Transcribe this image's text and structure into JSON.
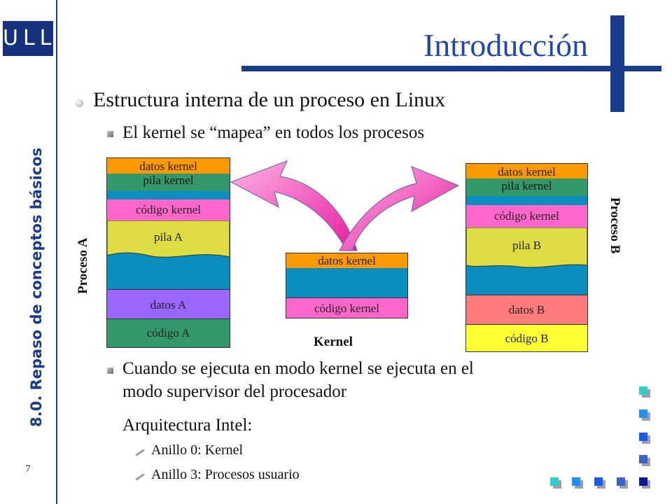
{
  "sidebar": {
    "logo": "ULL",
    "section_title": "8.0. Repaso de conceptos básicos",
    "slide_number": "7"
  },
  "title": "Introducción",
  "bullets": {
    "main": "Estructura interna de un proceso en Linux",
    "sub1": "El kernel se “mapea” en todos los procesos",
    "sub2_line1": "Cuando se ejecuta en modo kernel se ejecuta en el",
    "sub2_line2": "modo supervisor del procesador",
    "sub3": "Arquitectura Intel:",
    "ring0": "Anillo 0: Kernel",
    "ring3": "Anillo 3: Procesos usuario"
  },
  "diagram": {
    "process_a": {
      "label": "Proceso A",
      "datos_kernel": "datos kernel",
      "pila_kernel": "pila kernel",
      "codigo_kernel": "código kernel",
      "pila": "pila A",
      "datos": "datos A",
      "codigo": "código A"
    },
    "kernel": {
      "label": "Kernel",
      "datos_kernel": "datos kernel",
      "codigo_kernel": "código kernel"
    },
    "process_b": {
      "label": "Proceso B",
      "datos_kernel": "datos kernel",
      "pila_kernel": "pila kernel",
      "codigo_kernel": "código kernel",
      "pila": "pila B",
      "datos": "datos B",
      "codigo": "código B"
    }
  },
  "colors": {
    "accent_blue": "#1a3c8c",
    "title_blue": "#2348a8",
    "orange": "#ff9900",
    "green": "#33996b",
    "teal": "#0a8dbf",
    "pink": "#ff66cc",
    "olive_yellow": "#e3e642",
    "purple": "#9966ff",
    "salmon": "#ff7a7a",
    "yellow": "#ffff33"
  }
}
